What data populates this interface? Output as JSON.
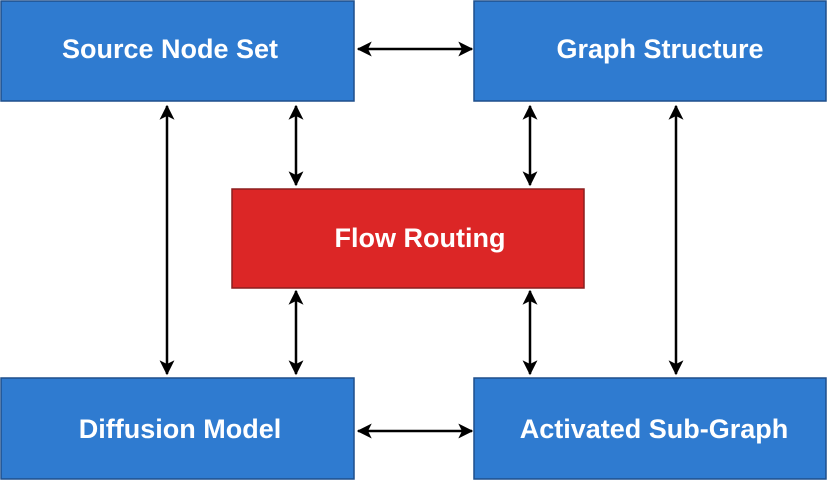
{
  "colors": {
    "node_blue": "#2f7bd0",
    "node_red": "#dc2626",
    "edge": "#000000",
    "text": "#ffffff"
  },
  "nodes": {
    "source": {
      "label": "Source Node Set"
    },
    "graph": {
      "label": "Graph Structure"
    },
    "flow": {
      "label": "Flow Routing"
    },
    "diffusion": {
      "label": "Diffusion Model"
    },
    "activated": {
      "label": "Activated Sub-Graph"
    }
  },
  "edges": [
    {
      "from": "source",
      "to": "graph",
      "direction": "both"
    },
    {
      "from": "source",
      "to": "diffusion",
      "direction": "both"
    },
    {
      "from": "source",
      "to": "flow",
      "direction": "both"
    },
    {
      "from": "graph",
      "to": "flow",
      "direction": "both"
    },
    {
      "from": "graph",
      "to": "activated",
      "direction": "both"
    },
    {
      "from": "flow",
      "to": "diffusion",
      "direction": "both"
    },
    {
      "from": "flow",
      "to": "activated",
      "direction": "both"
    },
    {
      "from": "diffusion",
      "to": "activated",
      "direction": "both"
    }
  ]
}
